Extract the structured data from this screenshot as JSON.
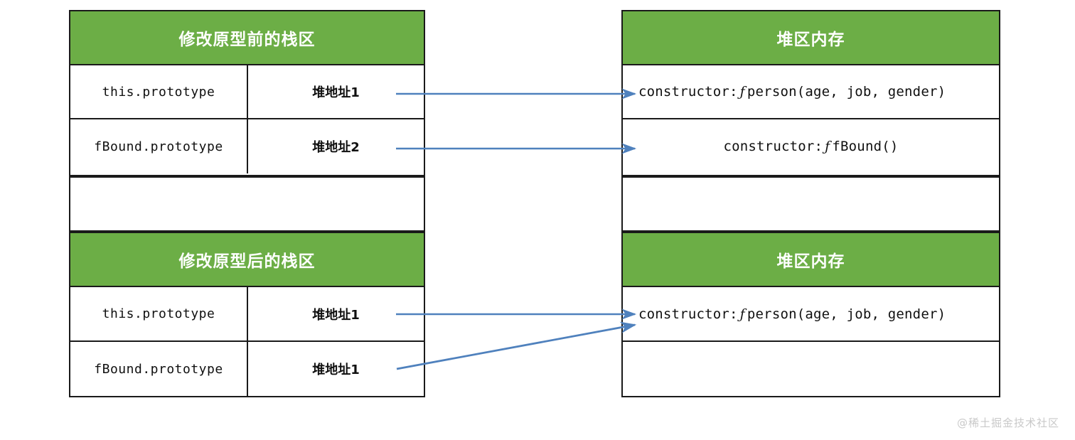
{
  "colors": {
    "header_green": "#6CAE46",
    "header_text": "#FFFFFF",
    "border": "#1A1A1A",
    "arrow_blue": "#4F81BD",
    "body_text": "#101010",
    "watermark": "#C9C9C9"
  },
  "stack_before": {
    "title": "修改原型前的栈区",
    "rows": [
      {
        "name": "this.prototype",
        "address": "堆地址1"
      },
      {
        "name": "fBound.prototype",
        "address": "堆地址2"
      }
    ],
    "empty_row": ""
  },
  "heap_before": {
    "title": "堆区内存",
    "rows": [
      {
        "prefix": "constructor:",
        "fn": "ƒ",
        "value": "person(age, job, gender)",
        "align": "left"
      },
      {
        "prefix": "constructor:",
        "fn": "ƒ",
        "value": "fBound()",
        "align": "center"
      }
    ],
    "empty_row": ""
  },
  "stack_after": {
    "title": "修改原型后的栈区",
    "rows": [
      {
        "name": "this.prototype",
        "address": "堆地址1"
      },
      {
        "name": "fBound.prototype",
        "address": "堆地址1"
      }
    ]
  },
  "heap_after": {
    "title": "堆区内存",
    "rows": [
      {
        "prefix": "constructor:",
        "fn": "ƒ",
        "value": "person(age, job, gender)",
        "align": "left"
      },
      {
        "prefix": "",
        "fn": "",
        "value": "",
        "align": "center"
      }
    ]
  },
  "arrows": [
    {
      "id": "arrow-before-1",
      "from_label": "堆地址1",
      "to_label": "constructor: ƒ person(age, job, gender)",
      "style": "straight"
    },
    {
      "id": "arrow-before-2",
      "from_label": "堆地址2",
      "to_label": "constructor: ƒ fBound()",
      "style": "straight"
    },
    {
      "id": "arrow-after-1",
      "from_label": "堆地址1",
      "to_label": "constructor: ƒ person(age, job, gender)",
      "style": "straight"
    },
    {
      "id": "arrow-after-2",
      "from_label": "堆地址1",
      "to_label": "constructor: ƒ person(age, job, gender)",
      "style": "diagonal"
    }
  ],
  "watermark": {
    "text": "@稀土掘金技术社区"
  }
}
